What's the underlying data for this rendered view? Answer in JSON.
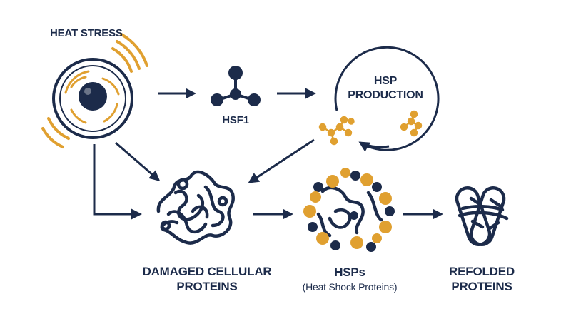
{
  "labels": {
    "heat_stress": "HEAT STRESS",
    "hsf1": "HSF1",
    "hsp_production_line1": "HSP",
    "hsp_production_line2": "PRODUCTION",
    "damaged_line1": "DAMAGED CELLULAR",
    "damaged_line2": "PROTEINS",
    "hsps": "HSPs",
    "hsps_sub": "(Heat Shock Proteins)",
    "refolded_line1": "REFOLDED",
    "refolded_line2": "PROTEINS"
  },
  "colors": {
    "navy": "#1c2b4a",
    "gold": "#e0a030"
  },
  "icons": [
    "cell-icon",
    "heat-wave-icon",
    "hsf1-molecule-icon",
    "cycle-arrow-icon",
    "hsp-molecule-icon",
    "tangled-protein-icon",
    "hsp-bound-protein-icon",
    "refolded-protein-icon"
  ]
}
